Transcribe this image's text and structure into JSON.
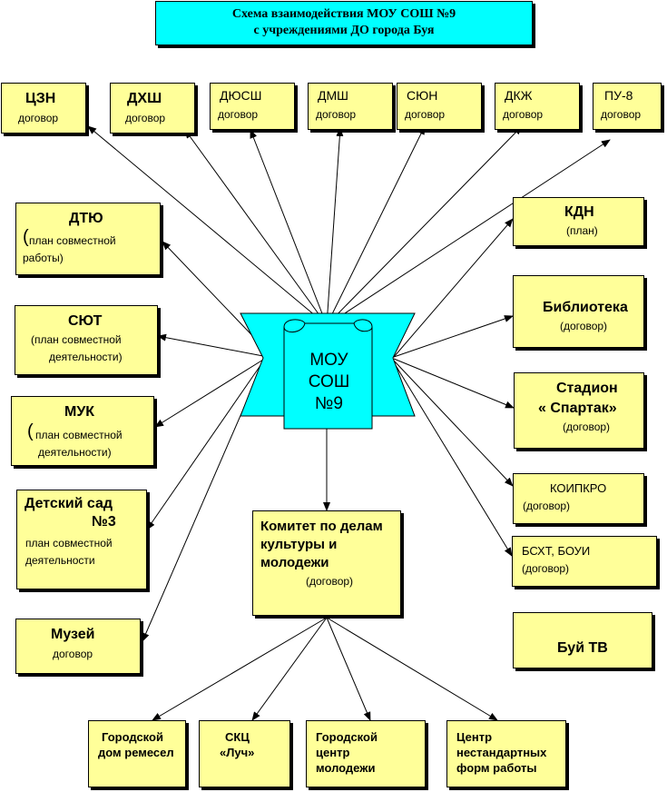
{
  "title": {
    "line1": "Схема взаимодействия МОУ СОШ №9",
    "line2": "с учреждениями ДО города Буя"
  },
  "center": {
    "line1": "МОУ",
    "line2": "СОШ",
    "line3": "№9"
  },
  "top_row": [
    {
      "name": "ЦЗН",
      "sub": "договор"
    },
    {
      "name": "ДХШ",
      "sub": "договор"
    },
    {
      "name": "ДЮСШ",
      "sub": "договор"
    },
    {
      "name": "ДМШ",
      "sub": "договор"
    },
    {
      "name": "СЮН",
      "sub": "договор"
    },
    {
      "name": "ДКЖ",
      "sub": "договор"
    },
    {
      "name": "ПУ-8",
      "sub": "договор"
    }
  ],
  "left_col": {
    "dtyu": {
      "name": "ДТЮ",
      "paren": "(",
      "sub1": "план совместной",
      "sub2": "работы)"
    },
    "syut": {
      "name": "СЮТ",
      "sub1": "(план совместной",
      "sub2": "деятельности)"
    },
    "muk": {
      "name": "МУК",
      "paren": "(",
      "sub1": "план совместной",
      "sub2": "деятельности)"
    },
    "sad": {
      "name1": "Детский сад",
      "name2": "№3",
      "sub1": "план совместной",
      "sub2": "деятельности"
    },
    "muzey": {
      "name": "Музей",
      "sub": "договор"
    }
  },
  "right_col": {
    "kdn": {
      "name": "КДН",
      "sub": "(план)"
    },
    "biblioteka": {
      "name": "Библиотека",
      "sub": "(договор)"
    },
    "stadion": {
      "name1": "Стадион",
      "name2": "«    Спартак»",
      "sub": "(договор)"
    },
    "koipkro": {
      "name": "КОИПКРО",
      "sub": "(договор)"
    },
    "bsht": {
      "name": "БСХТ, БОУИ",
      "sub": "(договор)"
    },
    "buy_tv": {
      "name": "Буй ТВ"
    }
  },
  "committee": {
    "line1": "Комитет по делам",
    "line2": "культуры и",
    "line3": "молодежи",
    "sub": "(договор)"
  },
  "bottom_row": [
    {
      "lines": [
        "Городской",
        "дом ремесел"
      ]
    },
    {
      "lines": [
        "СКЦ",
        "«Луч»"
      ]
    },
    {
      "lines": [
        "Городской",
        "центр",
        "молодежи"
      ]
    },
    {
      "lines": [
        "Центр",
        "нестандартных",
        "форм работы"
      ]
    }
  ],
  "colors": {
    "box_fill": "#ffff99",
    "title_fill": "#00ffff",
    "scroll_fill": "#00ffff"
  }
}
